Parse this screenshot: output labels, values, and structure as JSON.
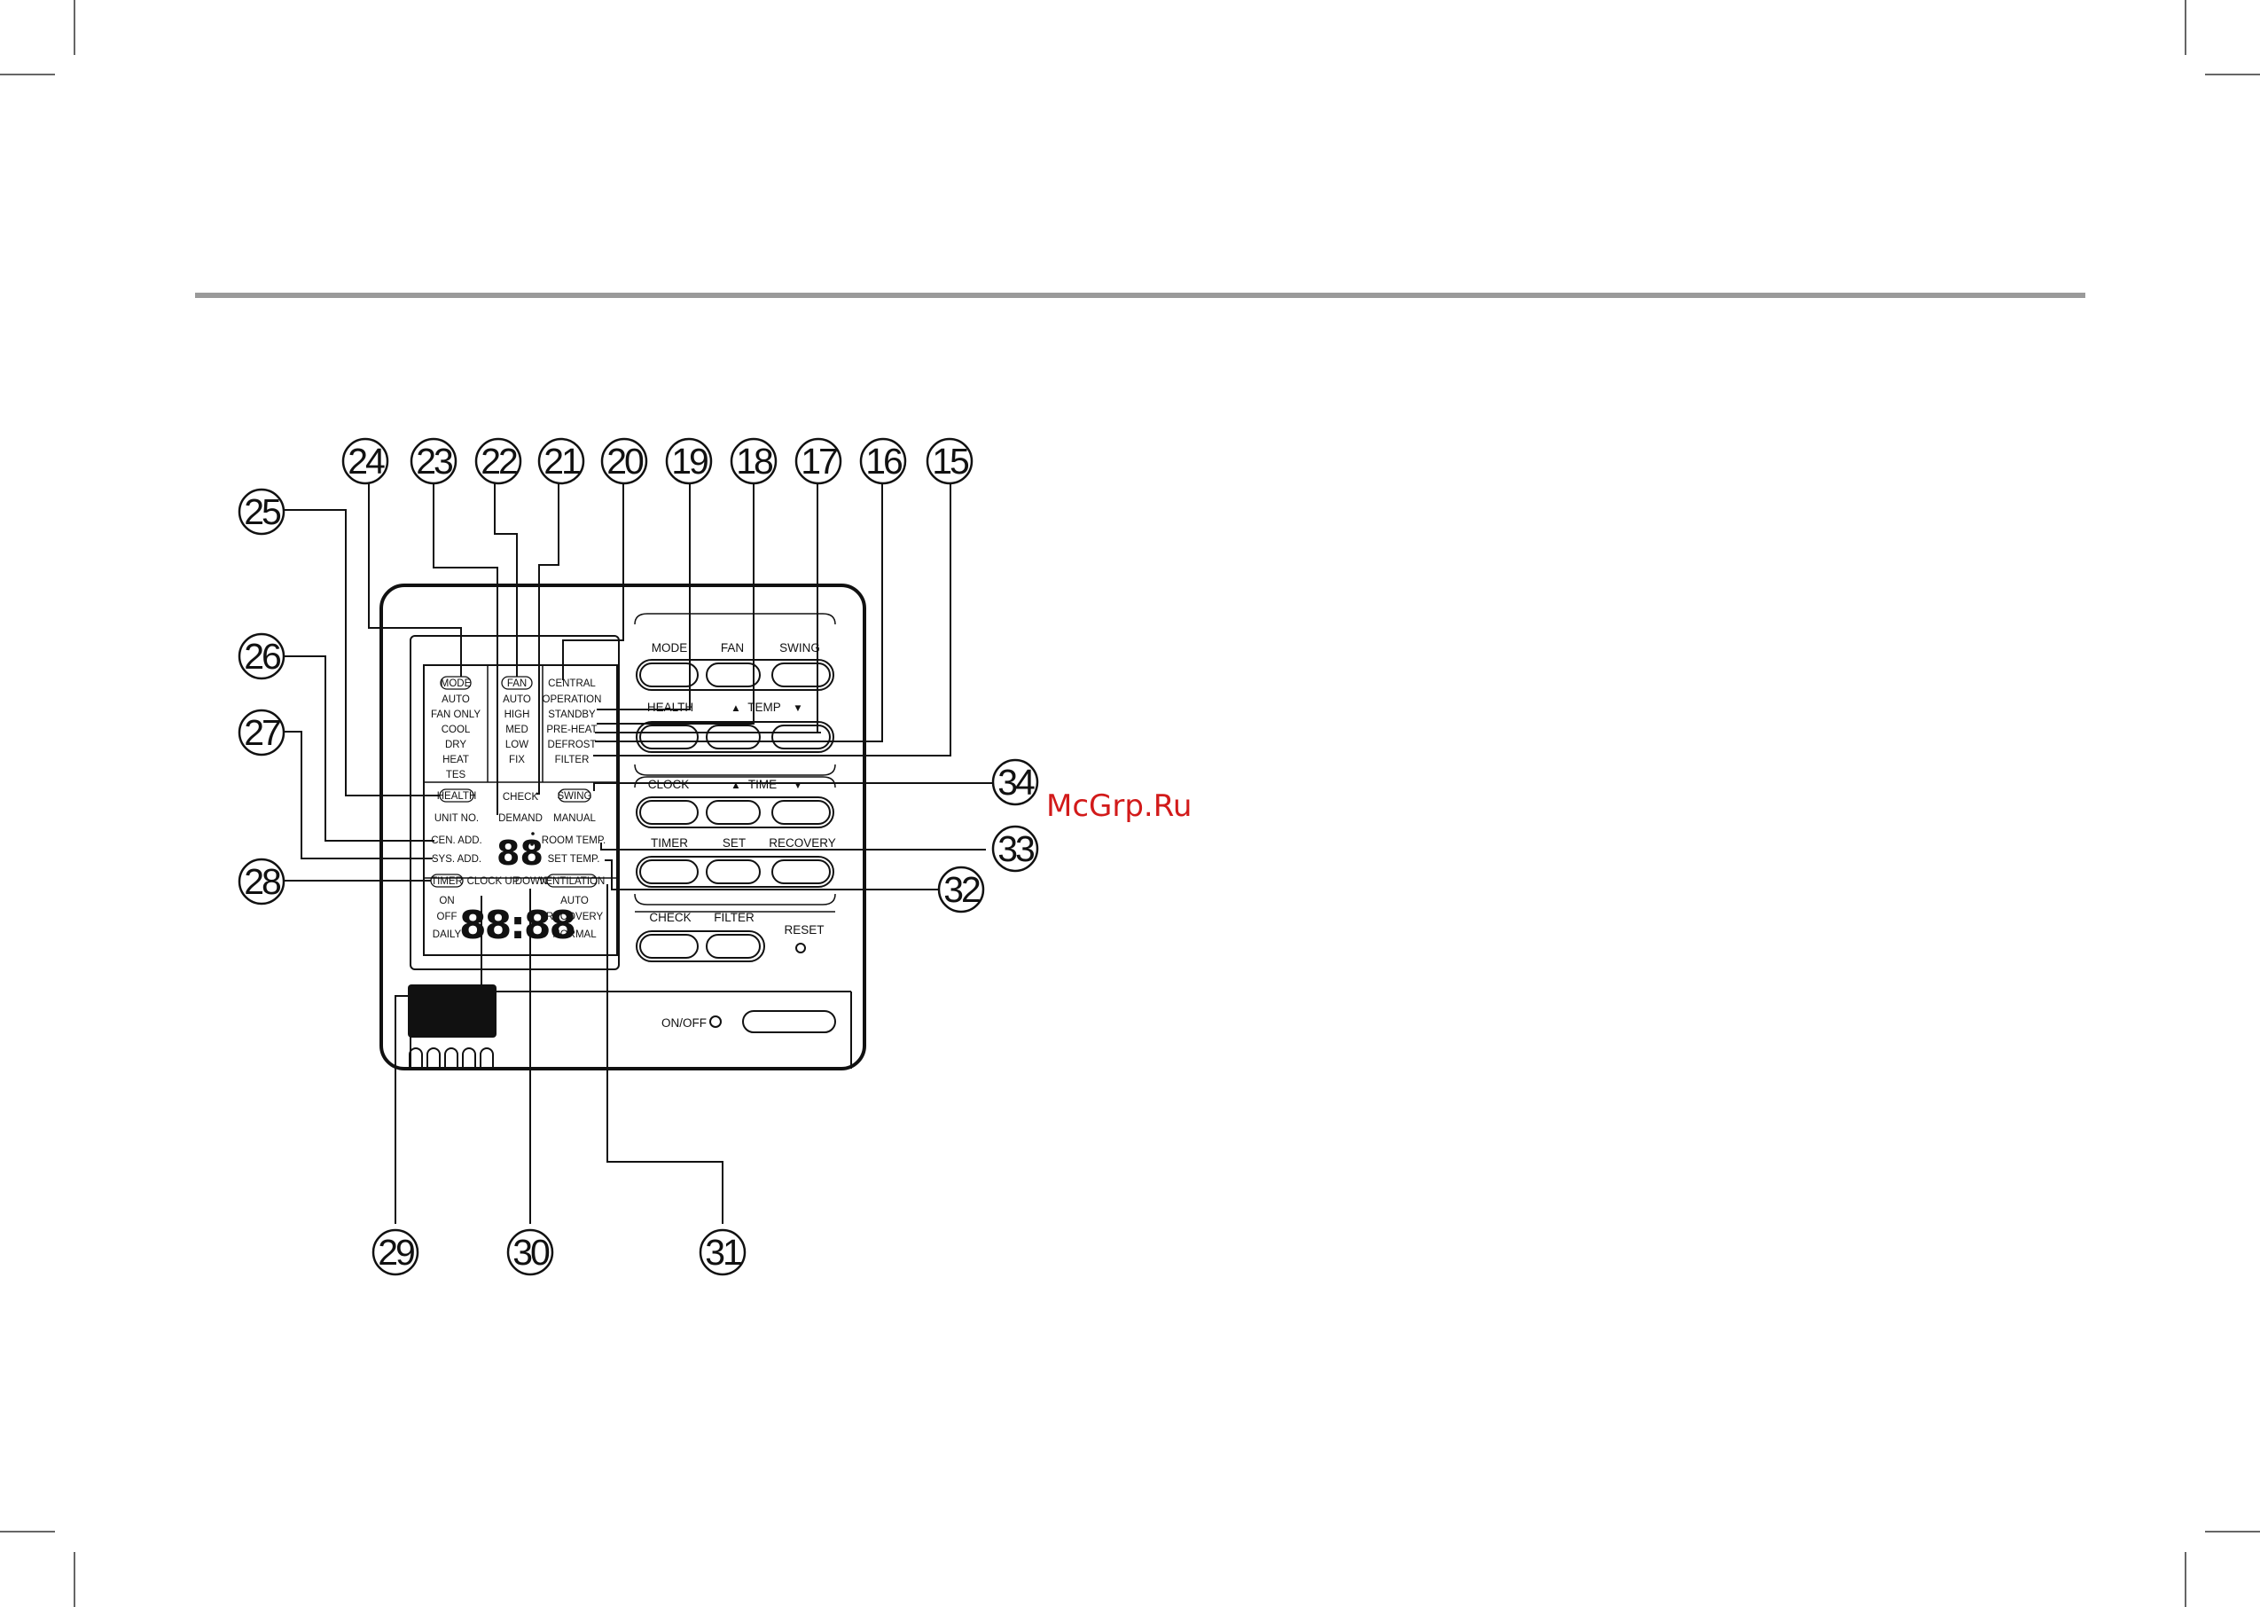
{
  "watermark": "McGrp.Ru",
  "callouts": [
    "15",
    "16",
    "17",
    "18",
    "19",
    "20",
    "21",
    "22",
    "23",
    "24",
    "25",
    "26",
    "27",
    "28",
    "29",
    "30",
    "31",
    "32",
    "33",
    "34"
  ],
  "display": {
    "mode_group": {
      "header": "MODE",
      "items": [
        "AUTO",
        "FAN ONLY",
        "COOL",
        "DRY",
        "HEAT",
        "TES"
      ]
    },
    "fan_group": {
      "header": "FAN",
      "items": [
        "AUTO",
        "HIGH",
        "MED",
        "LOW",
        "FIX"
      ]
    },
    "status_group": {
      "items": [
        "CENTRAL",
        "OPERATION",
        "STANDBY",
        "PRE-HEAT",
        "DEFROST",
        "FILTER"
      ]
    },
    "health_badge": "HEALTH",
    "check_label": "CHECK",
    "swing_badge": "SWING",
    "swing_manual": "MANUAL",
    "unit_no": "UNIT NO.",
    "demand": "DEMAND",
    "cen_add": "CEN. ADD.",
    "sys_add": "SYS. ADD.",
    "digits_small": "88",
    "room_temp": "ROOM TEMP.",
    "set_temp": "SET TEMP.",
    "timer_badge": "TIMER",
    "clock_up": "CLOCK UP",
    "down": "DOWN",
    "ventilation_badge": "VENTILATION",
    "timer_items": [
      "ON",
      "OFF",
      "DAILY"
    ],
    "clock_digits": "88:88",
    "vent_items": [
      "AUTO",
      "RECOVERY",
      "NORMAL"
    ]
  },
  "buttons": {
    "row1": [
      "MODE",
      "FAN",
      "SWING"
    ],
    "row2": {
      "left": "HEALTH",
      "up": "▲",
      "label": "TEMP",
      "down": "▼"
    },
    "row3": {
      "left": "CLOCK",
      "up": "▲",
      "label": "TIME",
      "down": "▼"
    },
    "row4": [
      "TIMER",
      "SET",
      "RECOVERY"
    ],
    "row5": [
      "CHECK",
      "FILTER"
    ],
    "reset": "RESET",
    "onoff": "ON/OFF"
  }
}
